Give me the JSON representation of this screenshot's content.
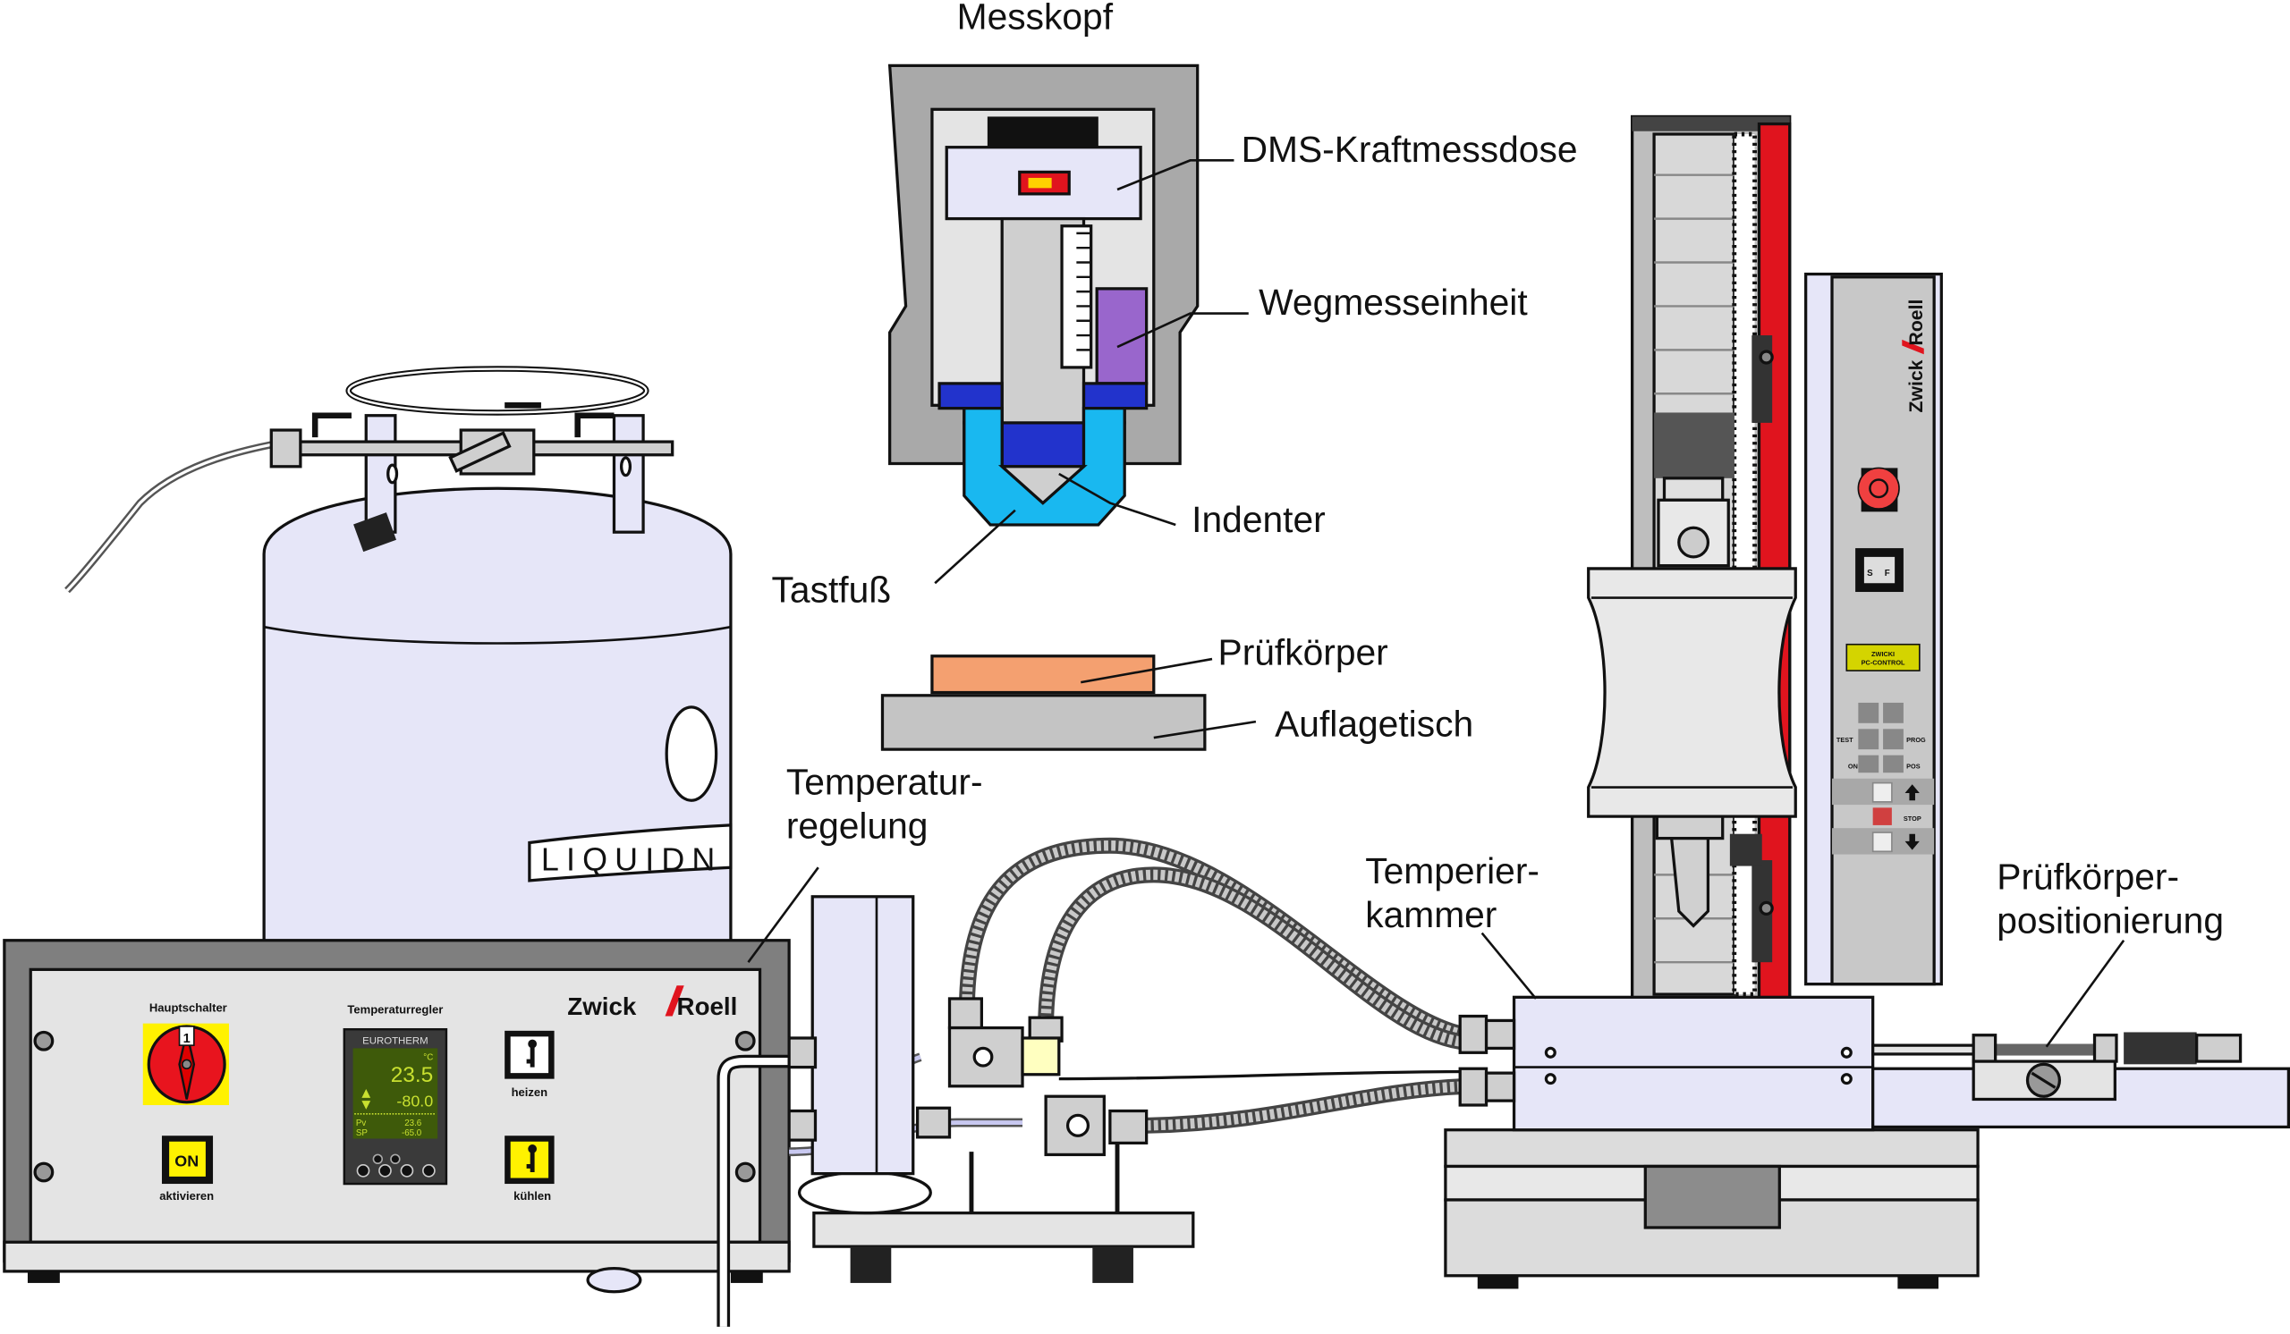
{
  "labels": {
    "messkopf": "Messkopf",
    "dms": "DMS-Kraftmessdose",
    "weg": "Wegmesseinheit",
    "indenter": "Indenter",
    "tastfuss": "Tastfuß",
    "pruefkoerper": "Prüfkörper",
    "auflagetisch": "Auflagetisch",
    "temp_regelung_1": "Temperatur-",
    "temp_regelung_2": "regelung",
    "temperierkammer_1": "Temperier-",
    "temperierkammer_2": "kammer",
    "positionierung_1": "Prüfkörper-",
    "positionierung_2": "positionierung"
  },
  "dewar": {
    "plate_text": "LIQUIDN"
  },
  "control_box": {
    "brand_left": "Zwick",
    "brand_right": "Roell",
    "hauptschalter": "Hauptschalter",
    "switch_position": "1",
    "on_button": "ON",
    "aktivieren": "aktivieren",
    "temperaturregler": "Temperaturregler",
    "heizen": "heizen",
    "kuehlen": "kühlen",
    "controller": {
      "brand": "EUROTHERM",
      "unit": "°C",
      "main_value": "23.5",
      "setpoint_value": "-80.0",
      "pv_label": "Pv",
      "pv_value": "23.6",
      "sp_label": "SP",
      "sp_value": "-65.0"
    }
  },
  "machine_panel": {
    "brand_left": "Zwick",
    "brand_right": "Roell",
    "selector_left": "S",
    "selector_right": "F",
    "pc_control_1": "ZWICKI",
    "pc_control_2": "PC-CONTROL",
    "test": "TEST",
    "prog": "PROG",
    "on": "ON",
    "pos": "POS",
    "stop": "STOP"
  },
  "colors": {
    "brand_red": "#E0141E",
    "lavender": "#E6E6F8",
    "specimen": "#F4A070",
    "tastfuss": "#19B8F0",
    "holder": "#2233CC",
    "wegmess": "#9966CC",
    "panel_yellow": "#FFF200"
  }
}
